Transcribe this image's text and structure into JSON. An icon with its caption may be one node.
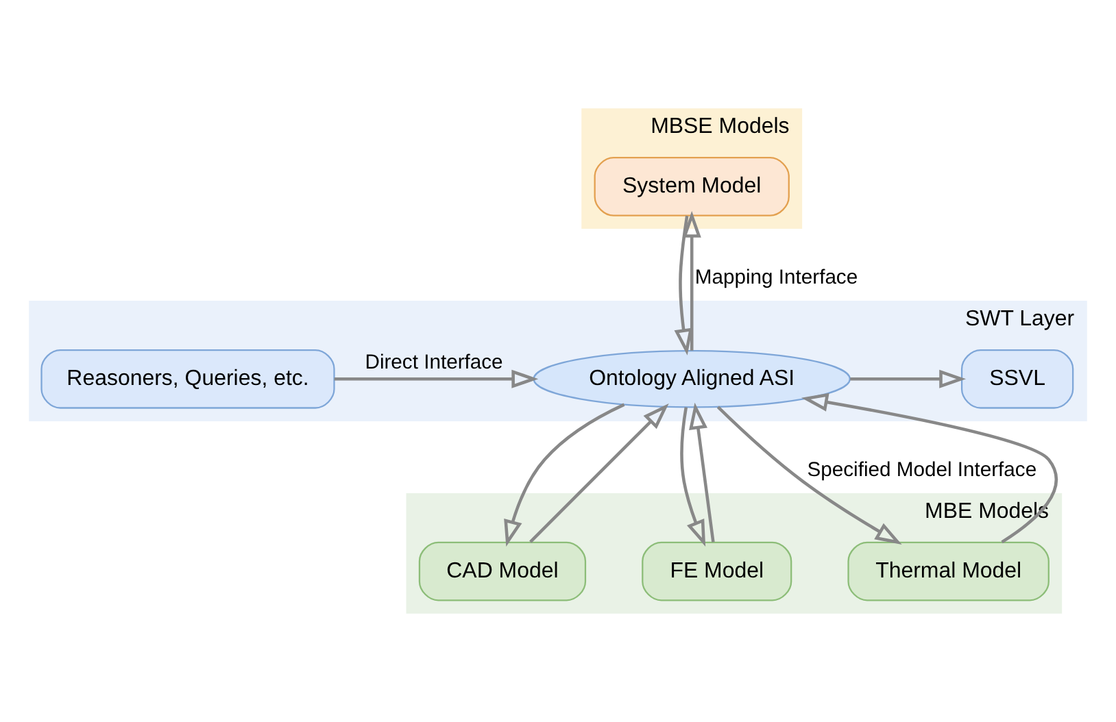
{
  "diagram": {
    "nodes": [
      {
        "text": [
          "MBSE Models"
        ]
      },
      {
        "text": [
          "System Model"
        ],
        "in": 0
      },
      {
        "text": [
          "SWT Layer"
        ]
      },
      {
        "text": [
          "Reasoners, Queries, etc."
        ],
        "in": 2
      },
      {
        "text": [
          "SSVL"
        ],
        "in": 2
      },
      {
        "text": [
          "Ontology Aligned ASI"
        ],
        "in": 2
      },
      {
        "text": [
          "MBE Models"
        ]
      },
      {
        "text": [
          "CAD Model"
        ],
        "in": 6
      },
      {
        "text": [
          "FE Model"
        ],
        "in": 6
      },
      {
        "text": [
          "Thermal Model"
        ],
        "in": 6
      }
    ],
    "edges": [
      {
        "from": 1,
        "to": 5,
        "arrow": "to"
      },
      {
        "from": 5,
        "to": 1,
        "arrow": "to",
        "label": "Mapping Interface"
      },
      {
        "from": 3,
        "to": 5,
        "arrow": "to",
        "label": "Direct Interface"
      },
      {
        "from": 5,
        "to": 4,
        "arrow": "to"
      },
      {
        "from": 5,
        "to": 7,
        "arrow": "to"
      },
      {
        "from": 7,
        "to": 5,
        "arrow": "to"
      },
      {
        "from": 5,
        "to": 8,
        "arrow": "to"
      },
      {
        "from": 8,
        "to": 5,
        "arrow": "to"
      },
      {
        "from": 5,
        "to": 9,
        "arrow": "to",
        "label": "Specified Model Interface"
      },
      {
        "from": 9,
        "to": 5,
        "arrow": "to"
      }
    ]
  }
}
